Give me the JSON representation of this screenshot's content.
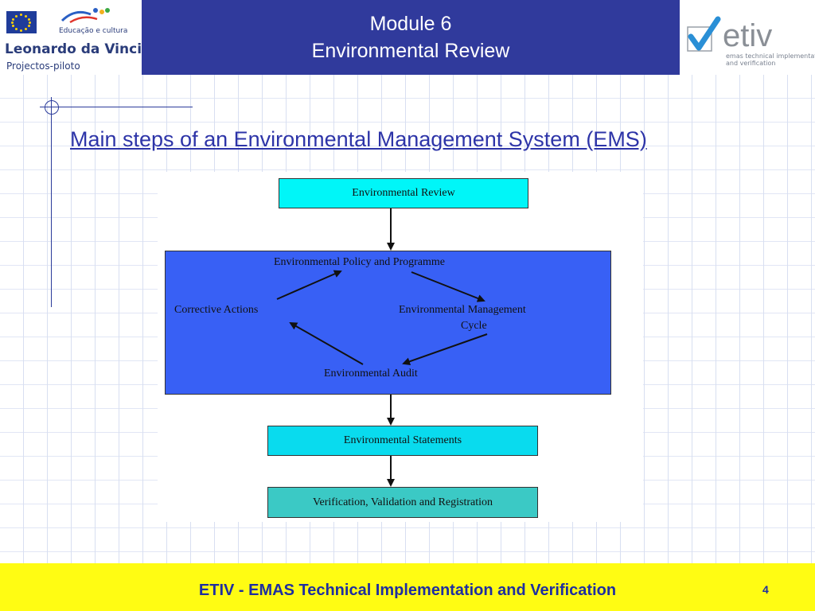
{
  "header": {
    "title_line1": "Module 6",
    "title_line2": "Environmental Review",
    "bg_color": "#303a9c"
  },
  "logos": {
    "left": {
      "program_caption": "Educação e cultura",
      "program_name": "Leonardo da Vinci",
      "program_subtitle": "Projectos-piloto"
    },
    "right": {
      "brand_check_color": "#2a8fd6",
      "brand_text_color": "#8a8f96",
      "tagline_line1": "emas technical implementation",
      "tagline_line2": "and verification"
    }
  },
  "slide": {
    "title": "Main steps of an Environmental Management System (EMS)"
  },
  "diagram": {
    "boxes": {
      "review": {
        "label": "Environmental Review",
        "color": "#00f6f8"
      },
      "ems": {
        "color": "#3860f5"
      },
      "statements": {
        "label": "Environmental Statements",
        "color": "#09dbee"
      },
      "verification": {
        "label": "Verification, Validation and Registration",
        "color": "#3bc9c5"
      }
    },
    "cycle": {
      "policy": "Environmental Policy and Programme",
      "corrective": "Corrective Actions",
      "management_line1": "Environmental Management",
      "management_line2": "Cycle",
      "audit": "Environmental Audit"
    }
  },
  "footer": {
    "text": "ETIV - EMAS Technical Implementation and Verification",
    "page_number": "4",
    "bg_color": "#fffc13",
    "text_color": "#1e2ea0"
  }
}
